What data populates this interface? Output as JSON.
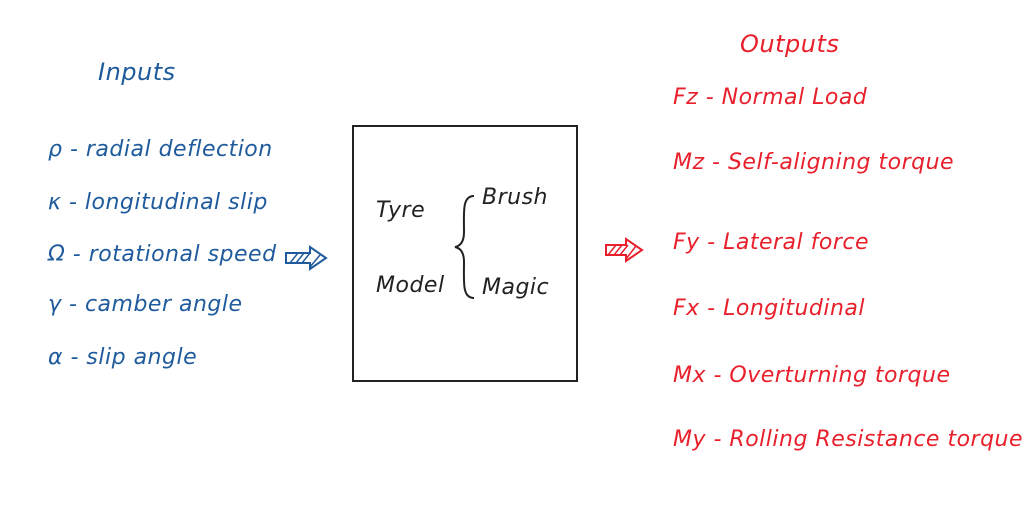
{
  "colors": {
    "inputs": "#1f5b9c",
    "outputs": "#e8202c",
    "model": "#222222"
  },
  "inputs": {
    "title": "Inputs",
    "items": [
      "ρ - radial deflection",
      "κ - longitudinal slip",
      "Ω - rotational speed",
      "γ - camber angle",
      "α - slip angle"
    ]
  },
  "model": {
    "line1": "Tyre",
    "line2": "Model",
    "options": [
      "Brush",
      "Magic"
    ]
  },
  "outputs": {
    "title": "Outputs",
    "items": [
      "Fz - Normal Load",
      "Mz - Self-aligning torque",
      "Fy - Lateral force",
      "Fx - Longitudinal",
      "Mx - Overturning torque",
      "My - Rolling Resistance torque"
    ]
  }
}
